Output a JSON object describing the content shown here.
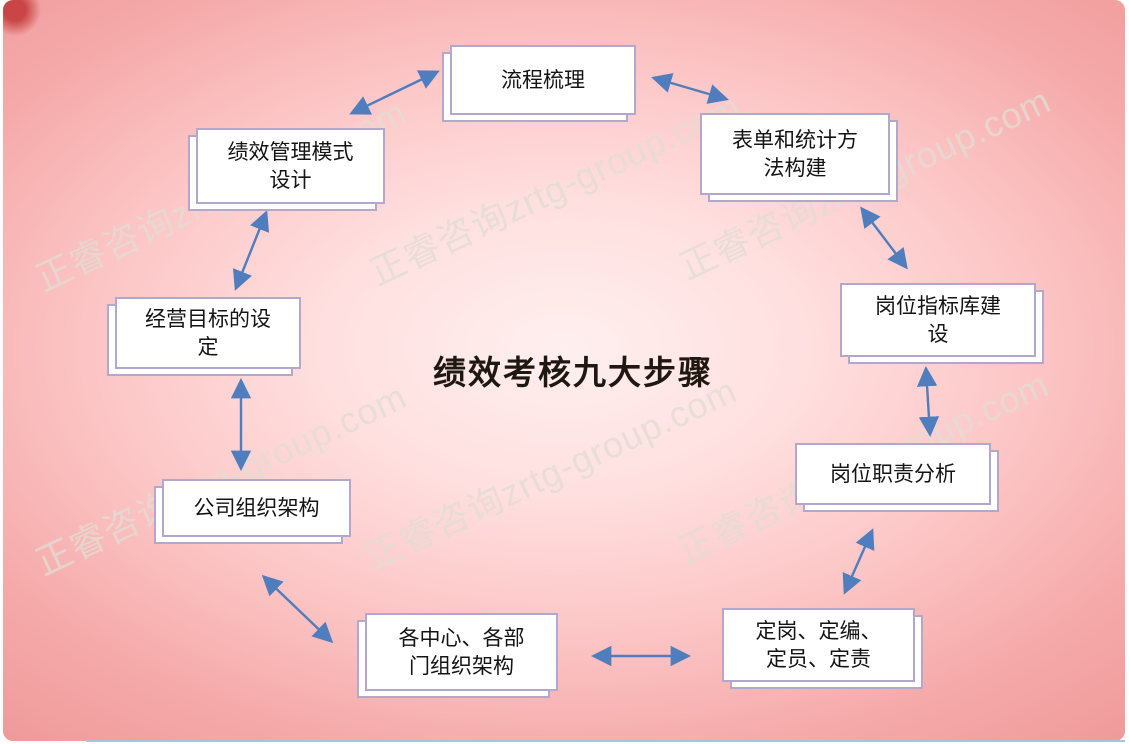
{
  "diagram": {
    "title": "绩效考核九大步骤",
    "watermark_text": "正睿咨询zrtg-group.com",
    "nodes": [
      {
        "id": "process-review",
        "label": "流程梳理"
      },
      {
        "id": "form-statistics",
        "label": "表单和统计方法构建"
      },
      {
        "id": "kpi-library",
        "label": "岗位指标库建设"
      },
      {
        "id": "job-analysis",
        "label": "岗位职责分析"
      },
      {
        "id": "staffing",
        "label": "定岗、定编、定员、定责"
      },
      {
        "id": "dept-structure",
        "label": "各中心、各部门组织架构"
      },
      {
        "id": "company-structure",
        "label": "公司组织架构"
      },
      {
        "id": "business-goals",
        "label": "经营目标的设定"
      },
      {
        "id": "performance-model",
        "label": "绩效管理模式设计"
      }
    ],
    "connections": [
      {
        "from": "performance-model",
        "to": "process-review",
        "bidirectional": true
      },
      {
        "from": "process-review",
        "to": "form-statistics",
        "bidirectional": true
      },
      {
        "from": "form-statistics",
        "to": "kpi-library",
        "bidirectional": true
      },
      {
        "from": "kpi-library",
        "to": "job-analysis",
        "bidirectional": true
      },
      {
        "from": "job-analysis",
        "to": "staffing",
        "bidirectional": true
      },
      {
        "from": "staffing",
        "to": "dept-structure",
        "bidirectional": true
      },
      {
        "from": "dept-structure",
        "to": "company-structure",
        "bidirectional": true
      },
      {
        "from": "company-structure",
        "to": "business-goals",
        "bidirectional": true
      },
      {
        "from": "business-goals",
        "to": "performance-model",
        "bidirectional": true
      }
    ],
    "colors": {
      "node_border": "#b4a7cd",
      "arrow": "#4f7dbd",
      "background_center": "#ffefef",
      "background_edge": "#ef9898"
    }
  }
}
